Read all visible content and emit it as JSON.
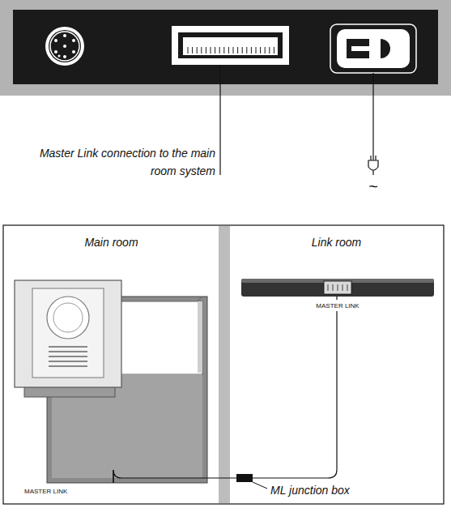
{
  "diagram": {
    "nodes": [
      {
        "text": [
          "Main room"
        ]
      },
      {
        "text": [
          "Link room"
        ]
      }
    ],
    "labels": [
      "Master Link connection to the main room system",
      "~",
      "MASTER LINK",
      "MASTER LINK",
      "ML junction box"
    ]
  }
}
